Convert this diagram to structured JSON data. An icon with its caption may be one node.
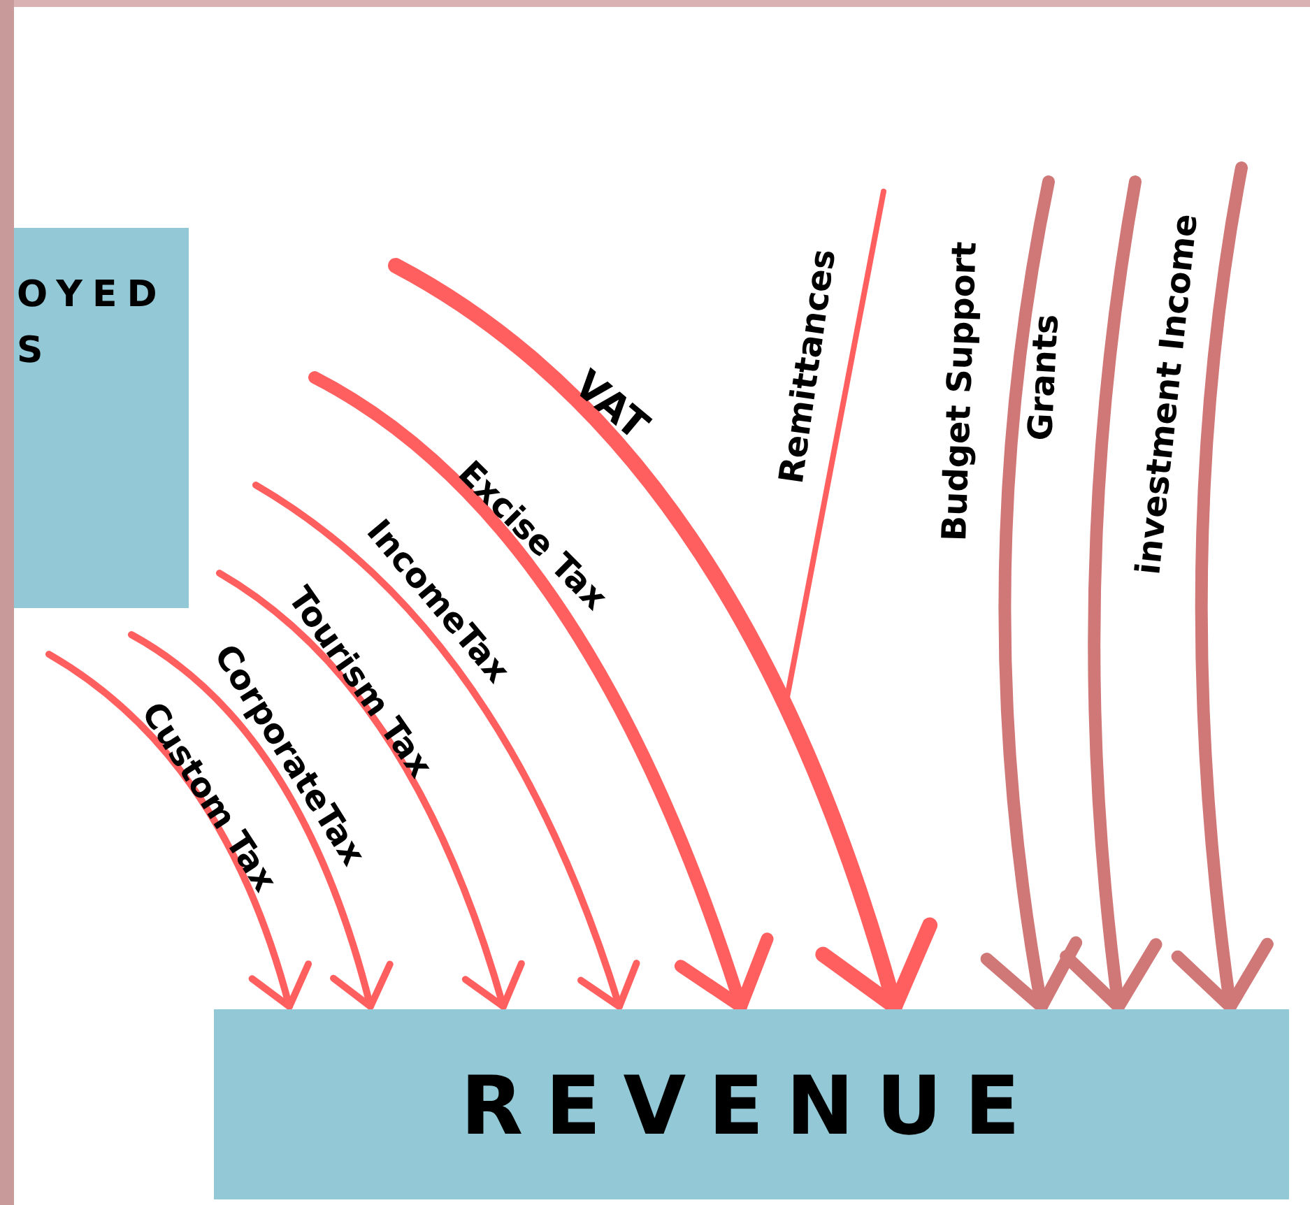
{
  "diagram": {
    "nodes": [
      {
        "text": [
          "OYED S"
        ]
      },
      {
        "text": [
          "REVENUE"
        ]
      }
    ],
    "edges": [
      {
        "from": null,
        "to": 1,
        "arrow": "to",
        "label": "Custom Tax"
      },
      {
        "from": null,
        "to": 1,
        "arrow": "to",
        "label": "CorporateTax"
      },
      {
        "from": null,
        "to": 1,
        "arrow": "to",
        "label": "Tourism Tax"
      },
      {
        "from": null,
        "to": 1,
        "arrow": "to",
        "label": "IncomeTax"
      },
      {
        "from": null,
        "to": 1,
        "arrow": "to",
        "label": "Excise Tax",
        "style": "thick"
      },
      {
        "from": null,
        "to": 1,
        "arrow": "to",
        "label": "VAT",
        "style": "thick"
      },
      {
        "from": null,
        "to": 1,
        "arrow": "none",
        "label": "Remittances"
      },
      {
        "from": null,
        "to": 1,
        "arrow": "to",
        "label": "Budget Support",
        "style": "thick",
        "color": "#d07878"
      },
      {
        "from": null,
        "to": 1,
        "arrow": "to",
        "label": "Grants",
        "style": "thick",
        "color": "#d07878"
      },
      {
        "from": null,
        "to": 1,
        "arrow": "to",
        "label": "investment Income",
        "style": "thick",
        "color": "#d07878"
      }
    ]
  }
}
